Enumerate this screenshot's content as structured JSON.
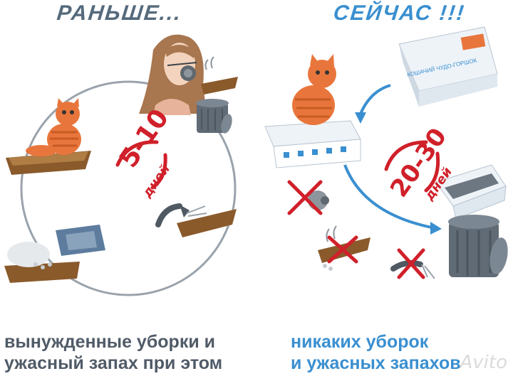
{
  "header": {
    "before_title": "РАНЬШЕ...",
    "now_title": "СЕЙЧАС !!!"
  },
  "left_panel": {
    "days_number": "5-10",
    "days_unit": "дней",
    "caption_line1": "вынужденные уборки и",
    "caption_line2": "ужасный запах при этом"
  },
  "right_panel": {
    "days_number": "20-30",
    "days_unit": "дней",
    "caption_line1": "никаких уборок",
    "caption_line2": "и ужасных запахов",
    "box_label": "КОШАЧИЙ ЧУДО-ГОРШОК"
  },
  "watermark": "Avito",
  "colors": {
    "accent_red": "#d0202a",
    "accent_blue": "#3a8fd0",
    "title_gray": "#556a7c"
  }
}
